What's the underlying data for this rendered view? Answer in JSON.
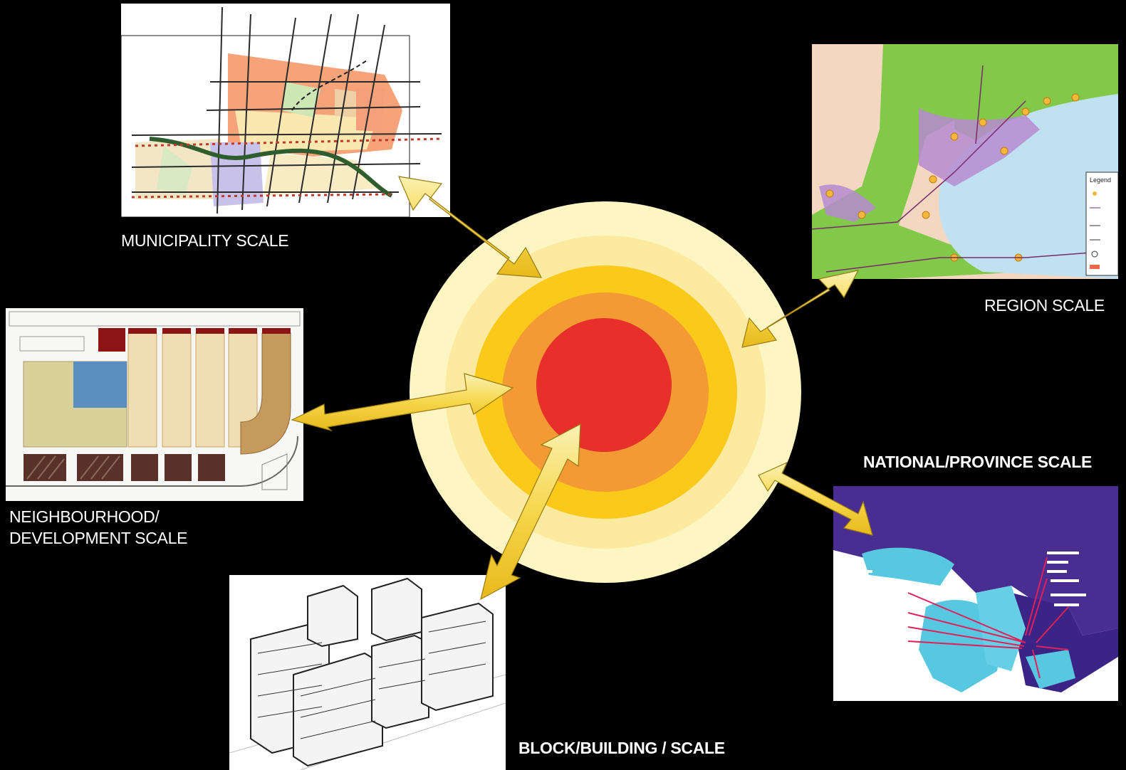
{
  "labels": {
    "municipality": "MUNICIPALITY SCALE",
    "region": "REGION SCALE",
    "national": "NATIONAL/PROVINCE SCALE",
    "neighbourhood_line1": "NEIGHBOURHOOD/",
    "neighbourhood_line2": "DEVELOPMENT SCALE",
    "block": "BLOCK/BUILDING / SCALE"
  },
  "region_map": {
    "legend_title": "Legend"
  },
  "colors": {
    "background": "#000000",
    "ring_outer": "#fdf6c3",
    "ring_2": "#fbeaa0",
    "ring_3": "#fbc91a",
    "ring_4": "#f49a35",
    "core": "#e8302b",
    "arrow_fill": "#f6d64a",
    "arrow_highlight": "#fbf2b4"
  }
}
